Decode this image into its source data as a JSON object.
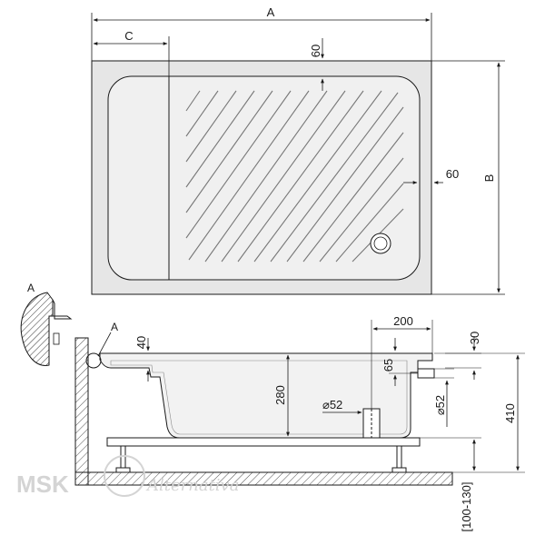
{
  "plan_view": {
    "dim_width": "A",
    "dim_length": "B",
    "dim_seat": "C",
    "dim_top_margin": "60",
    "dim_side_margin": "60"
  },
  "detail": {
    "profile_label": "A",
    "callout_label": "A"
  },
  "section_view": {
    "dim_rim": "40",
    "dim_depth": "280",
    "dim_drain_offset": "200",
    "dim_rim_top": "30",
    "dim_overflow": "65",
    "dim_drain_dia": "⌀52",
    "dim_outlet_dia": "⌀52",
    "dim_total_height": "410",
    "dim_legs": "[100-130]"
  },
  "watermark": {
    "brand": "MSK",
    "script": "Alternativa"
  },
  "colors": {
    "line": "#1a1a1a",
    "tray_fill": "#e6e6e6",
    "tray_inner": "#f2f2f2",
    "hatch": "#777777",
    "watermark": "#d4d4d4"
  }
}
